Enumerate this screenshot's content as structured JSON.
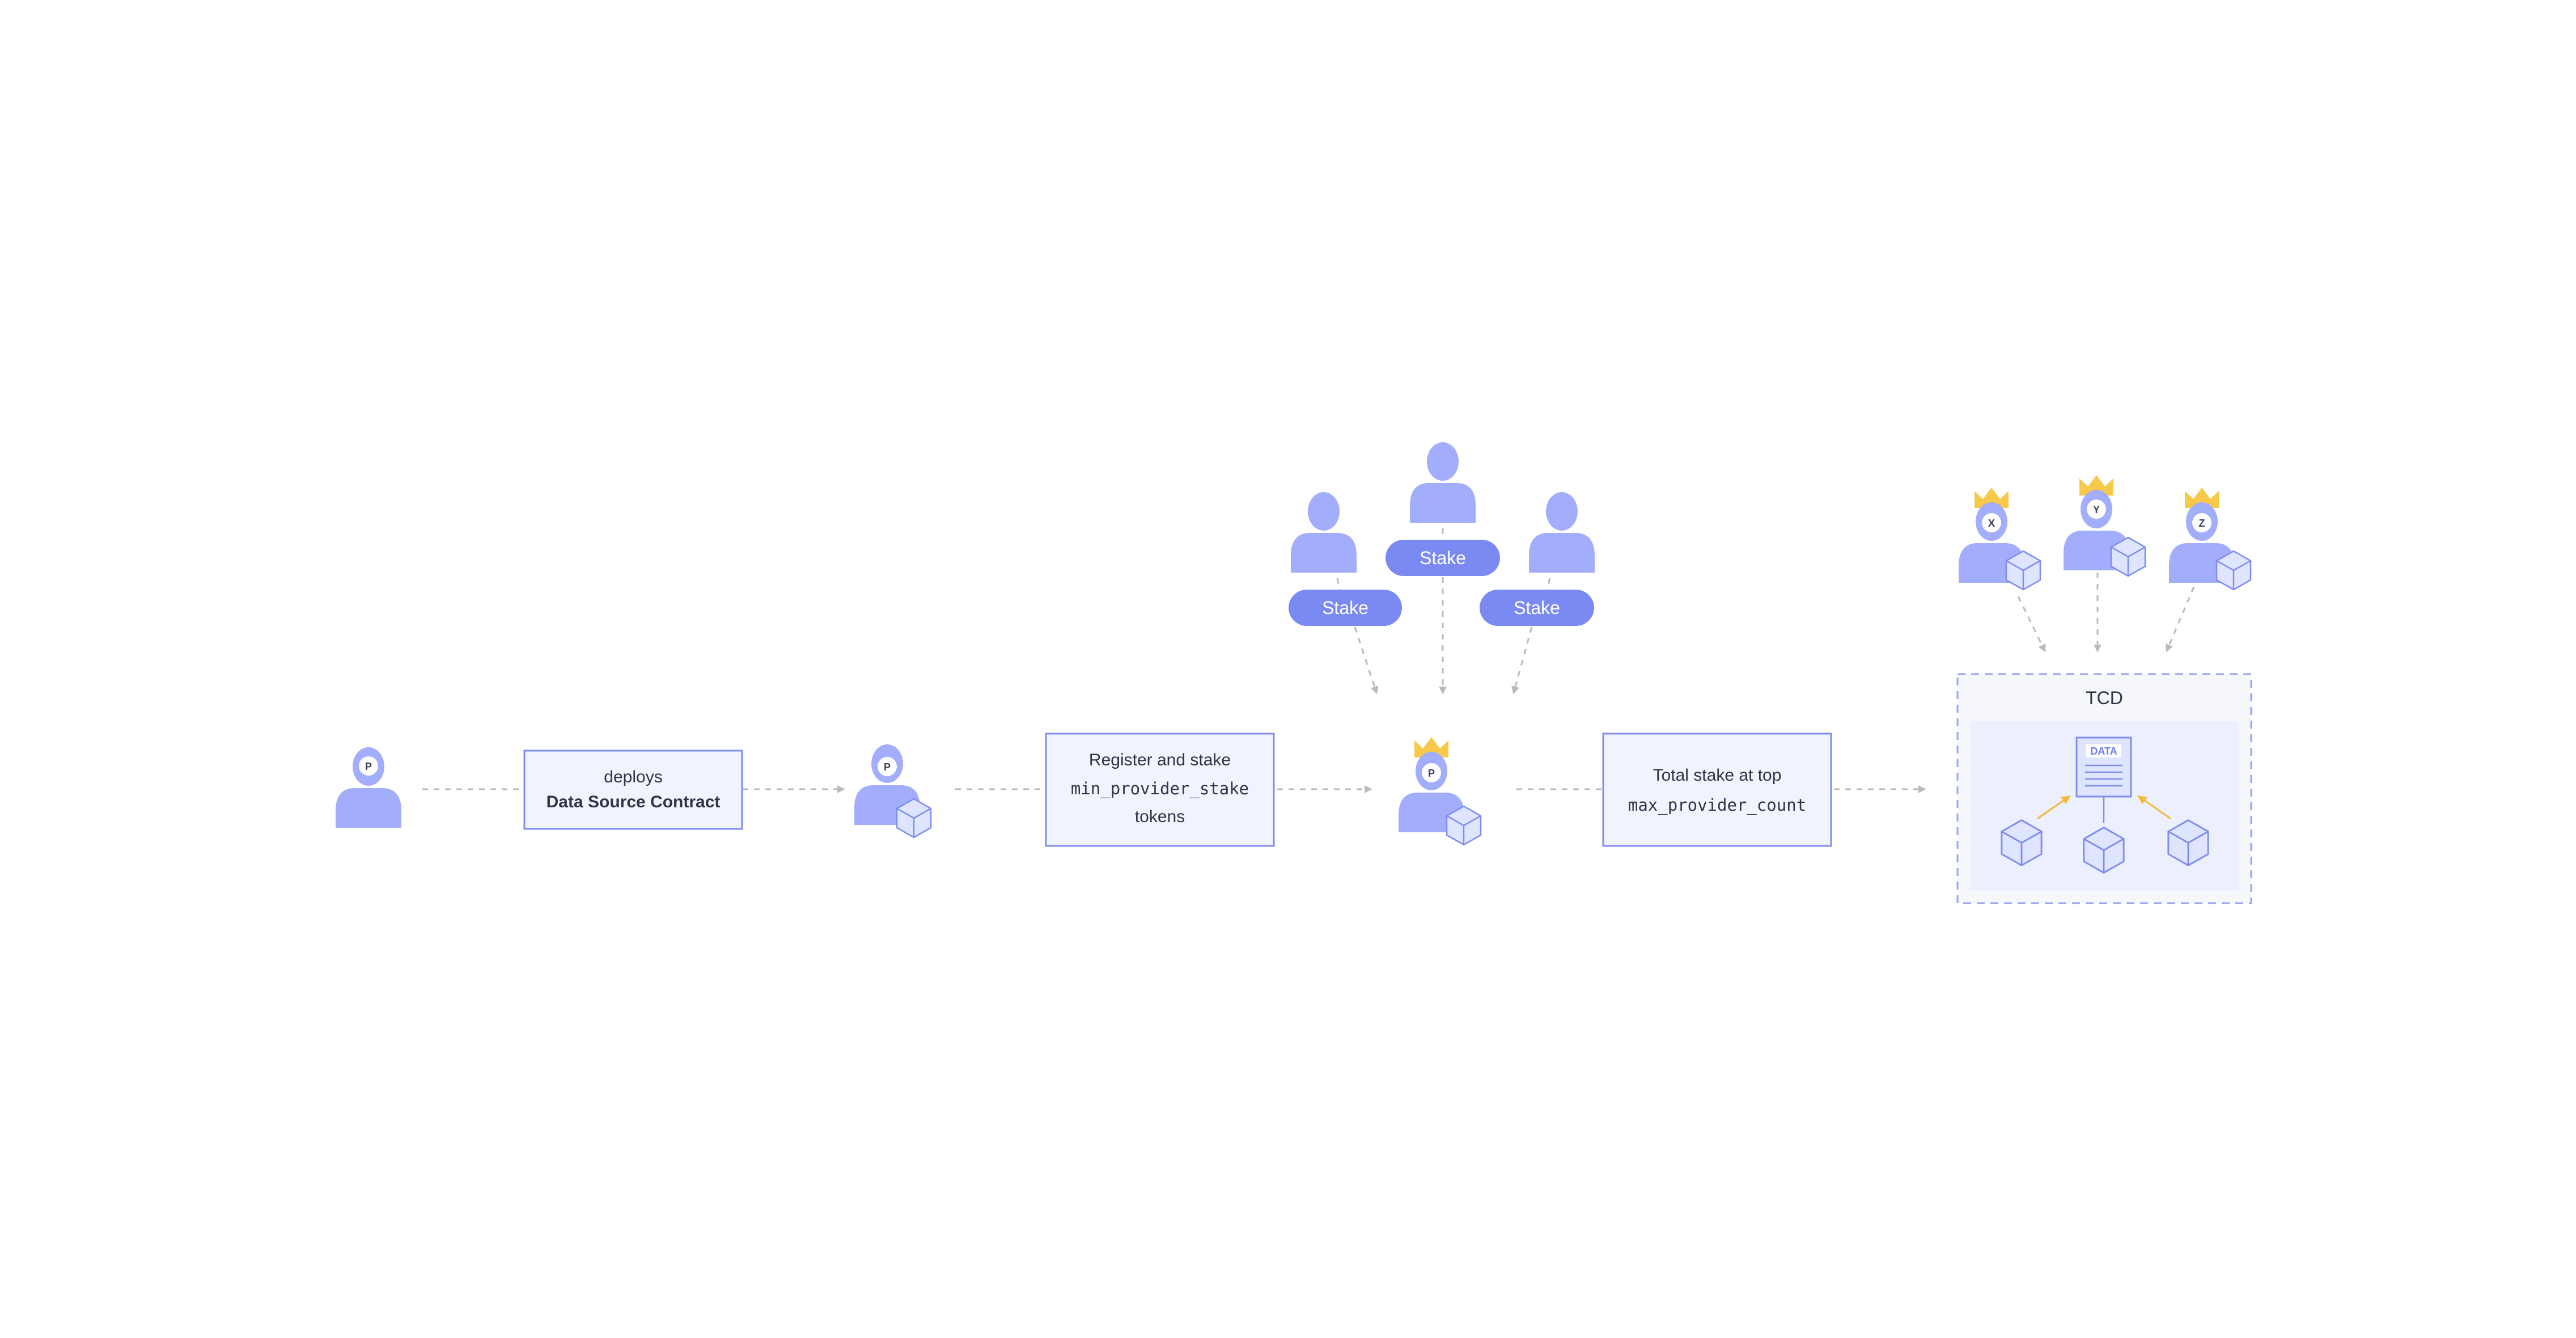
{
  "colors": {
    "person": "#a2adfb",
    "person_face": "#ffffff",
    "pill": "#7b89f2",
    "box_fill": "#f1f4ff",
    "box_stroke": "#7f8df0",
    "connector": "#b9b9c0",
    "crown": "#f7c94b",
    "cube_fill": "#dfe4ff",
    "cube_stroke": "#7f8df0",
    "tcd_outer_fill": "#f6f7fb",
    "tcd_inner_fill": "#eceffd",
    "arrow_gold": "#f4b83b"
  },
  "icons": [
    "person-icon",
    "crown-icon",
    "cube-icon",
    "data-document-icon"
  ],
  "steps": {
    "provider_badge": "P",
    "deploy_box": {
      "line1": "deploys",
      "line2": "Data Source Contract"
    },
    "register_box": {
      "line1": "Register and stake",
      "line2": "min_provider_stake",
      "line3": "tokens"
    },
    "total_box": {
      "line1": "Total stake at top",
      "line2": "max_provider_count"
    }
  },
  "stakers": {
    "left_label": "Stake",
    "center_label": "Stake",
    "right_label": "Stake"
  },
  "providers": {
    "x_badge": "X",
    "y_badge": "Y",
    "z_badge": "Z"
  },
  "tcd": {
    "title": "TCD",
    "data_label": "DATA"
  }
}
